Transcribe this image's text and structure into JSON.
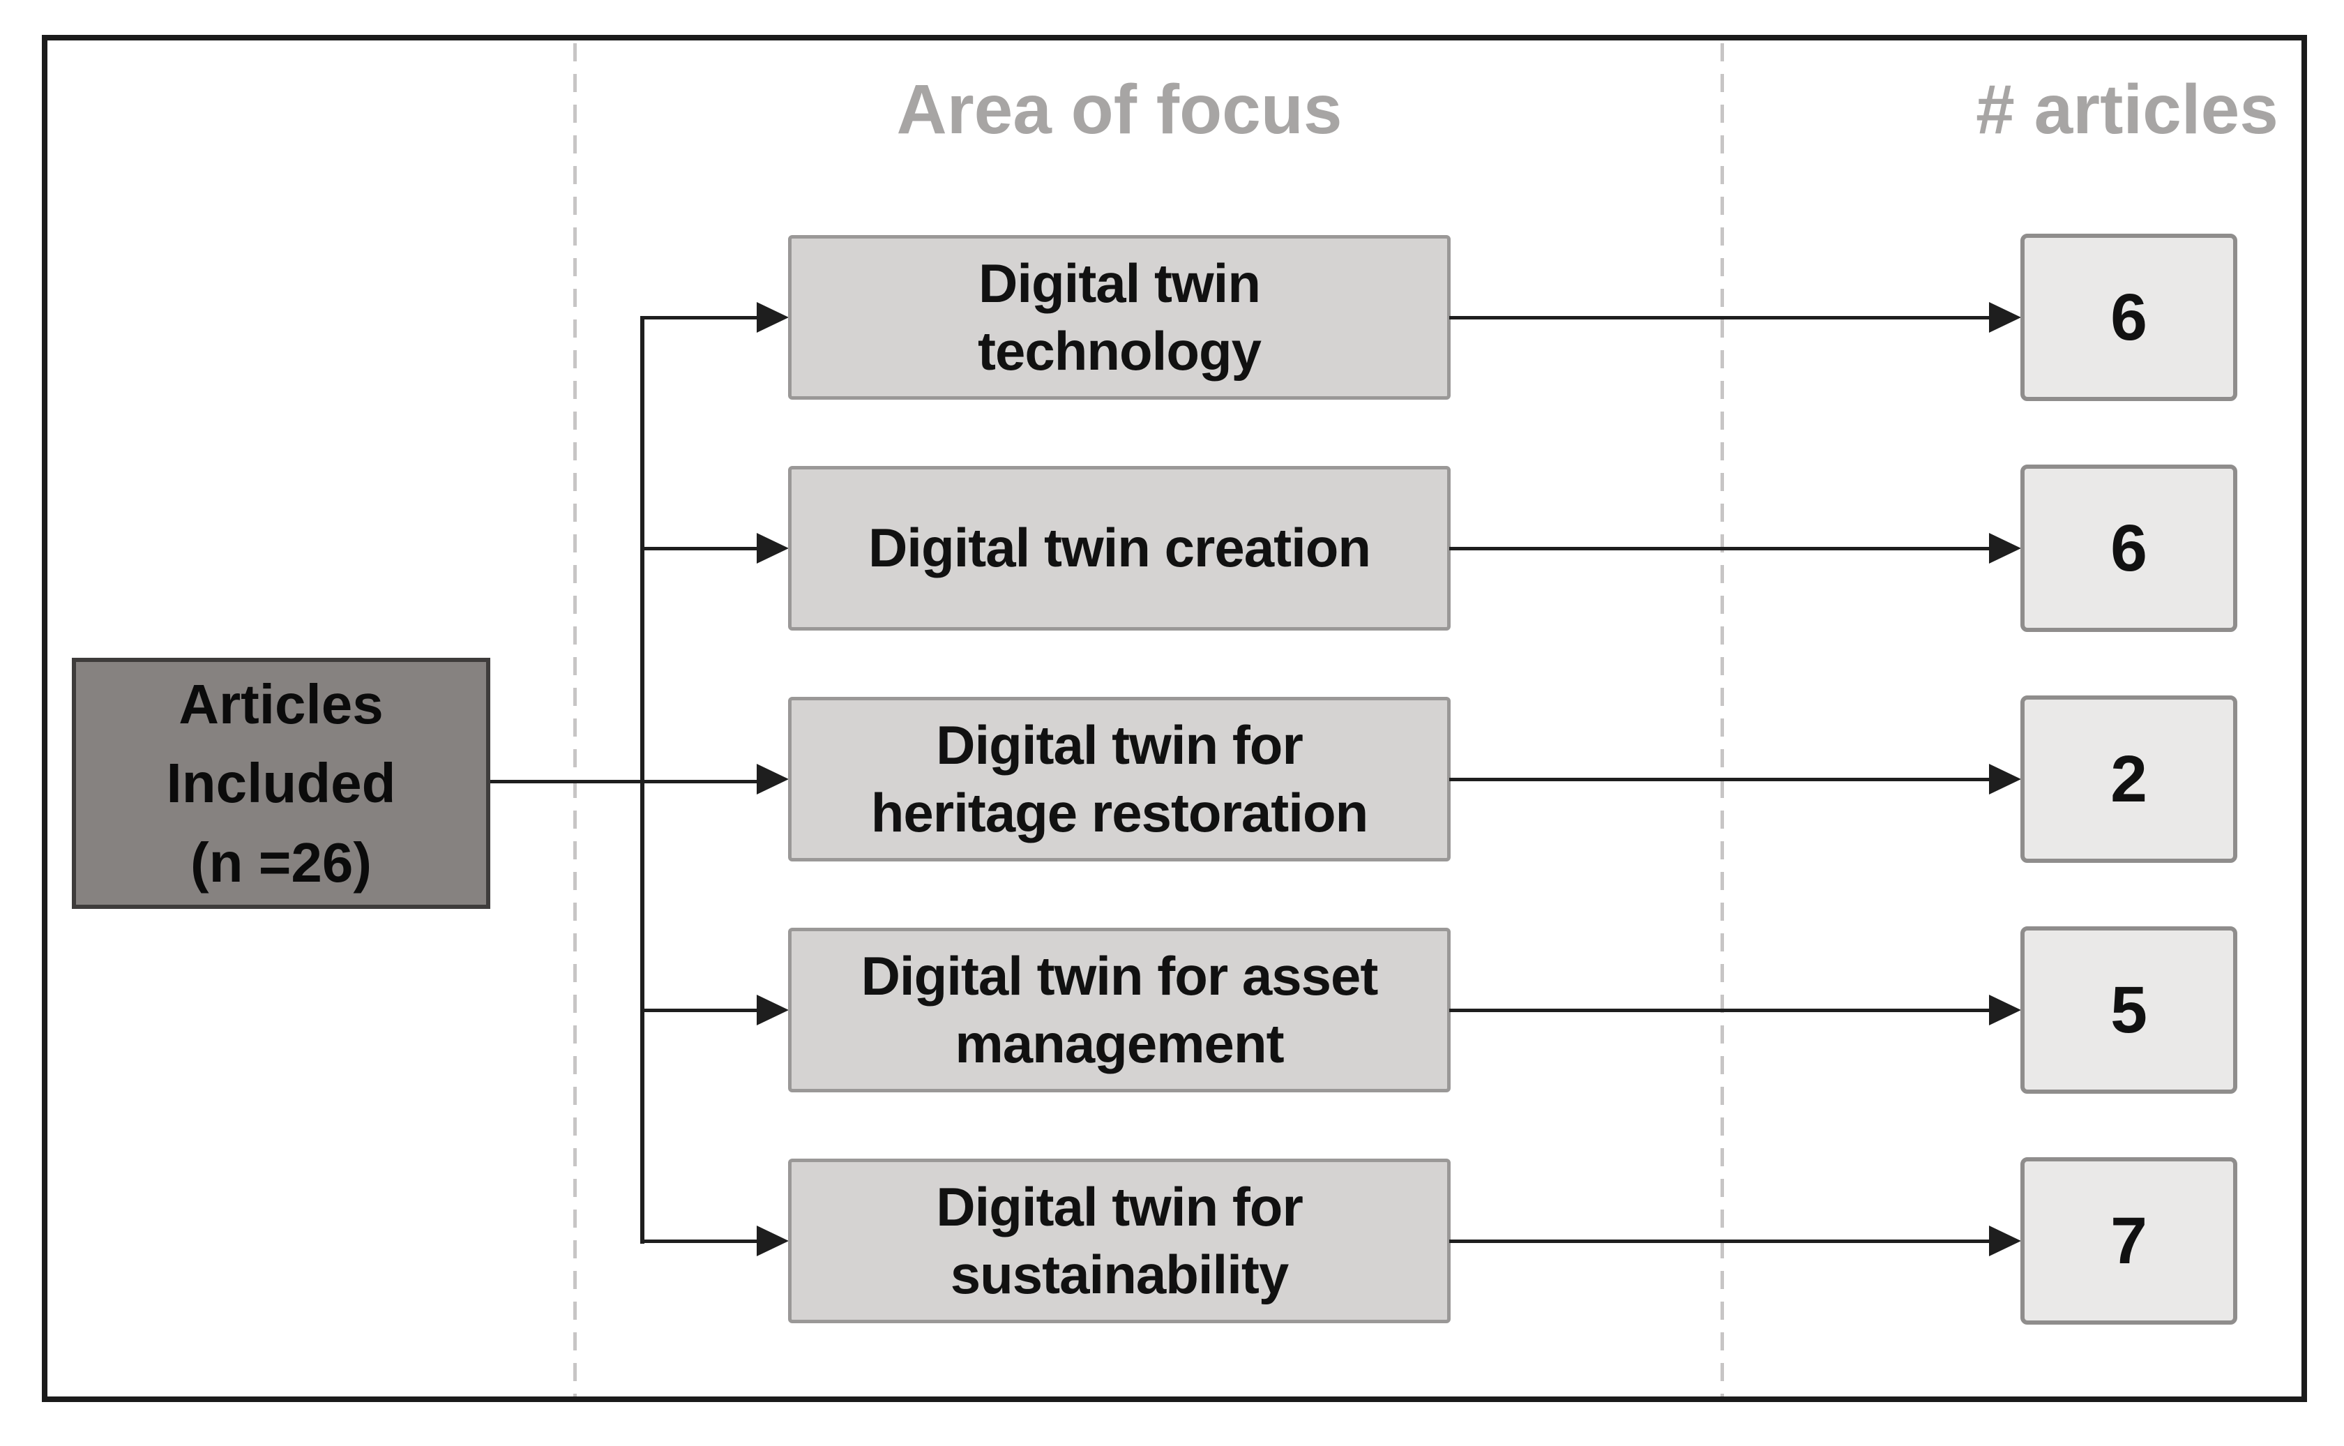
{
  "headers": {
    "area_of_focus": "Area of focus",
    "num_articles": "# articles"
  },
  "source": {
    "label": "Articles\nIncluded\n(n =26)"
  },
  "rows": [
    {
      "label": "Digital twin\ntechnology",
      "count": "6"
    },
    {
      "label": "Digital twin creation",
      "count": "6"
    },
    {
      "label": "Digital twin for\nheritage restoration",
      "count": "2"
    },
    {
      "label": "Digital twin for asset\nmanagement",
      "count": "5"
    },
    {
      "label": "Digital twin for\nsustainability",
      "count": "7"
    }
  ],
  "total_articles": "26",
  "colors": {
    "background": "#ffffff",
    "frame_border": "#1b1b1b",
    "line": "#1e1e1e",
    "dashed_line": "#c7c5c5",
    "header_text": "#a7a5a4",
    "node_fill": "#d5d3d2",
    "node_border": "#9a9897",
    "node_text": "#111111",
    "count_fill": "#eae9e8",
    "count_border": "#8f8d8c",
    "count_text": "#111111",
    "source_fill": "#868280",
    "source_border": "#3e3c3b",
    "source_text": "#0b0b0b"
  }
}
